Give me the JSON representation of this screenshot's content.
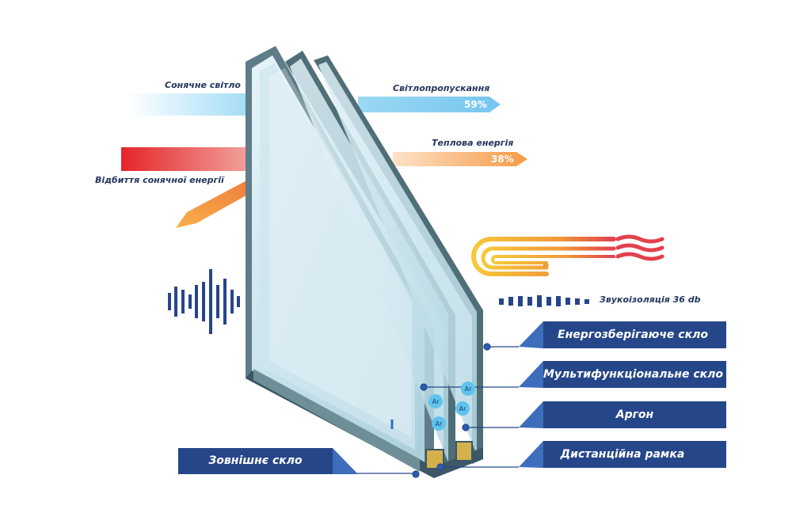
{
  "labels": {
    "sunlight": "Сонячне світло",
    "light_transmission": "Світлопропускання",
    "light_transmission_value": "59%",
    "thermal_energy": "Теплова енергія",
    "thermal_energy_value": "38%",
    "solar_reflection": "Відбиття сонячної енергії",
    "sound_insulation": "Звукоізоляція 36 db"
  },
  "callouts": {
    "energy_saving_glass": "Енергозберігаюче скло",
    "multifunctional_glass": "Мультифункціональне скло",
    "argon": "Аргон",
    "spacer_frame": "Дистанційна рамка",
    "outer_glass": "Зовнішнє скло"
  },
  "gas_symbol": "Ar",
  "colors": {
    "brand_blue": "#26468a",
    "tag_accent": "#3d6dbb",
    "light_ray": "#8ed4f4",
    "heat_ray": "#f39a4e",
    "reflect_red": "#e5252a",
    "argon_bubble": "#5fc3ee",
    "glass": "#cfe6ef",
    "frame_edge": "#3c5866"
  }
}
